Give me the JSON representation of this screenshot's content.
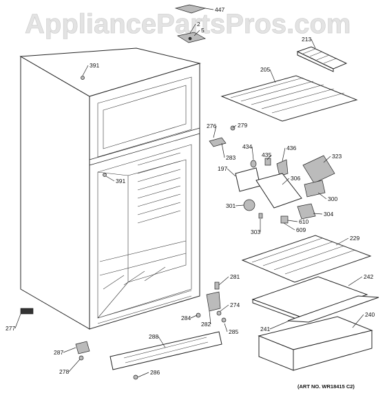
{
  "watermark": "AppliancePartsPros.com",
  "art_number": "(ART NO. WR18415 C2)",
  "callouts": [
    "447",
    "2",
    "5",
    "213",
    "205",
    "391",
    "276",
    "279",
    "434",
    "435",
    "436",
    "323",
    "283",
    "197",
    "306",
    "391",
    "300",
    "301",
    "304",
    "610",
    "609",
    "303",
    "229",
    "281",
    "242",
    "274",
    "284",
    "282",
    "285",
    "240",
    "241",
    "277",
    "288",
    "287",
    "278",
    "286"
  ]
}
